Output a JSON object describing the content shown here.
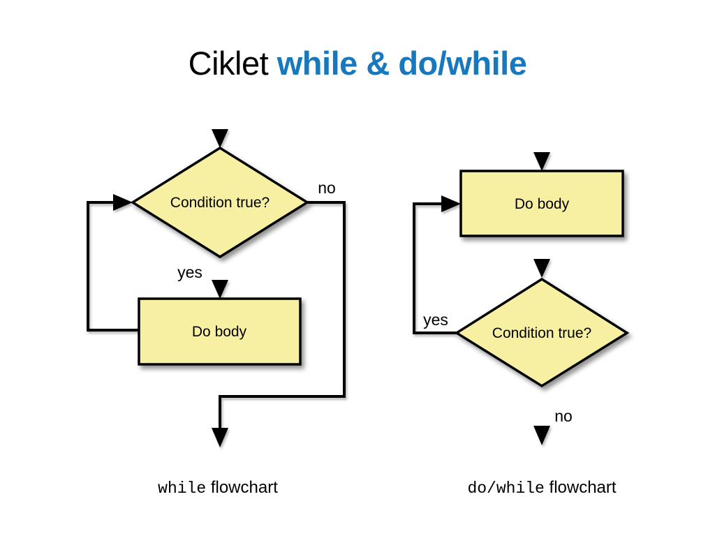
{
  "title": {
    "prefix": "Ciklet ",
    "highlight": "while & do/while"
  },
  "colors": {
    "accent_blue": "#1778BE",
    "shape_fill": "#F7F0A2",
    "line_black": "#000000",
    "background": "#FFFFFF"
  },
  "while_chart": {
    "condition_label": "Condition true?",
    "body_label": "Do body",
    "no_label": "no",
    "yes_label": "yes",
    "caption_code": "while",
    "caption_rest": " flowchart"
  },
  "dowhile_chart": {
    "body_label": "Do body",
    "condition_label": "Condition true?",
    "yes_label": "yes",
    "no_label": "no",
    "caption_code": "do/while",
    "caption_rest": " flowchart"
  }
}
